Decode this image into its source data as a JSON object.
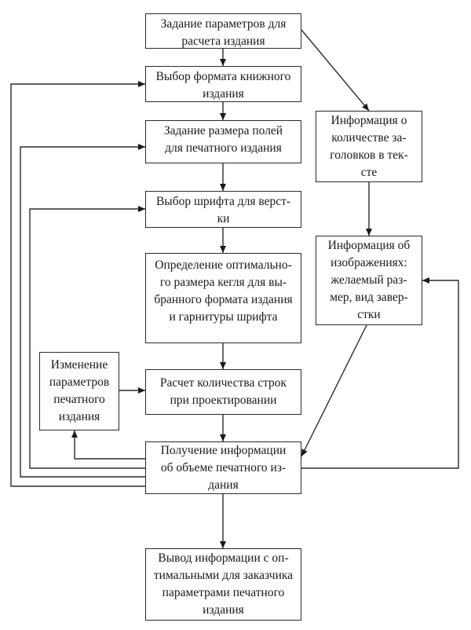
{
  "diagram": {
    "type": "flowchart",
    "nodes": [
      {
        "id": "n1",
        "label": "Задание параметров для\nрасчета издания"
      },
      {
        "id": "n2",
        "label": "Выбор формата книжного\nиздания"
      },
      {
        "id": "n3",
        "label": "Задание размера полей\nдля печатного издания"
      },
      {
        "id": "n4",
        "label": "Выбор шрифта для верст-\nки"
      },
      {
        "id": "n5",
        "label": "Определение оптимально-\nго размера кегля для вы-\nбранного формата издания\nи гарнитуры шрифта"
      },
      {
        "id": "n6",
        "label": "Изменение\nпараметров\nпечатного\nиздания"
      },
      {
        "id": "n7",
        "label": "Расчет количества строк\nпри проектировании"
      },
      {
        "id": "n8",
        "label": "Получение информации\nоб объеме печатного из-\nдания"
      },
      {
        "id": "n9",
        "label": "Вывод информации с оп-\nтимальными для заказчика\nпараметрами печатного\nиздания"
      },
      {
        "id": "r1",
        "label": "Информация о\nколичестве за-\nголовков в тек-\nсте"
      },
      {
        "id": "r2",
        "label": "Информация об\nизображениях:\nжелаемый раз-\nмер, вид завер-\nстки"
      }
    ],
    "edges": [
      {
        "from": "n1",
        "to": "n2"
      },
      {
        "from": "n1",
        "to": "r1"
      },
      {
        "from": "n2",
        "to": "n3"
      },
      {
        "from": "n3",
        "to": "n4"
      },
      {
        "from": "n4",
        "to": "n5"
      },
      {
        "from": "n5",
        "to": "n7"
      },
      {
        "from": "n6",
        "to": "n7"
      },
      {
        "from": "n7",
        "to": "n8"
      },
      {
        "from": "r1",
        "to": "r2"
      },
      {
        "from": "r2",
        "to": "n8"
      },
      {
        "from": "n8",
        "to": "n6"
      },
      {
        "from": "n8",
        "to": "n4"
      },
      {
        "from": "n8",
        "to": "n3"
      },
      {
        "from": "n8",
        "to": "n2"
      },
      {
        "from": "n8",
        "to": "r2"
      },
      {
        "from": "n8",
        "to": "n9"
      }
    ]
  }
}
